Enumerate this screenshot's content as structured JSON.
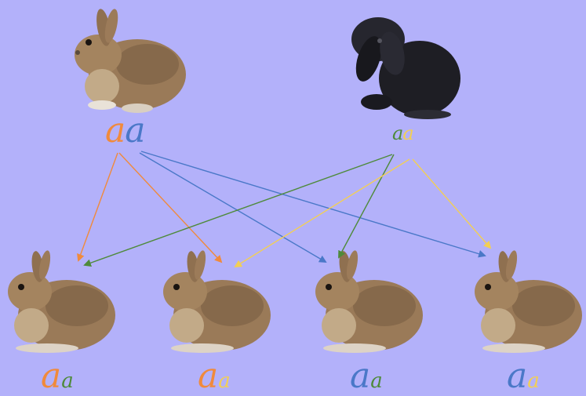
{
  "colors": {
    "background": "#b3b1fa",
    "orange": "#f08a3c",
    "blue": "#4a78c8",
    "green": "#4e8a3a",
    "yellow": "#f2cf55",
    "agouti_fur": "#9a7a58",
    "black_fur": "#1e1e24"
  },
  "parents": [
    {
      "name": "agouti-parent",
      "fur": "agouti",
      "genotype": {
        "first": "a",
        "second": "a"
      }
    },
    {
      "name": "lop-black-parent",
      "fur": "black",
      "genotype": {
        "first": "a",
        "second": "a"
      }
    }
  ],
  "offspring": [
    {
      "genotype": {
        "first": "a",
        "second": "a"
      },
      "from_parent1": "orange",
      "from_parent2": "green"
    },
    {
      "genotype": {
        "first": "a",
        "second": "a"
      },
      "from_parent1": "orange",
      "from_parent2": "yellow"
    },
    {
      "genotype": {
        "first": "a",
        "second": "a"
      },
      "from_parent1": "blue",
      "from_parent2": "green"
    },
    {
      "genotype": {
        "first": "a",
        "second": "a"
      },
      "from_parent1": "blue",
      "from_parent2": "yellow"
    }
  ],
  "arrows": [
    {
      "allele": "orange",
      "from": "parent1",
      "to": "offspring1"
    },
    {
      "allele": "orange",
      "from": "parent1",
      "to": "offspring2"
    },
    {
      "allele": "blue",
      "from": "parent1",
      "to": "offspring3"
    },
    {
      "allele": "blue",
      "from": "parent1",
      "to": "offspring4"
    },
    {
      "allele": "green",
      "from": "parent2",
      "to": "offspring1"
    },
    {
      "allele": "green",
      "from": "parent2",
      "to": "offspring3"
    },
    {
      "allele": "yellow",
      "from": "parent2",
      "to": "offspring2"
    },
    {
      "allele": "yellow",
      "from": "parent2",
      "to": "offspring4"
    }
  ]
}
